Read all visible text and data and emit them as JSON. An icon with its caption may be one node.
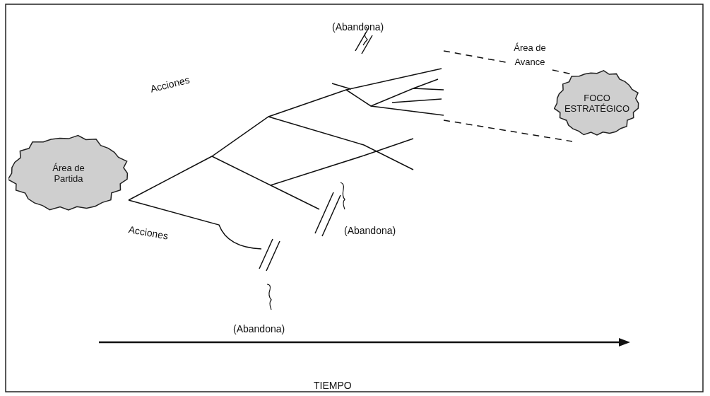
{
  "diagram": {
    "nodes": [
      {
        "text": [
          "Área de Partida"
        ]
      },
      {
        "text": [
          "FOCO ESTRATÉGICO"
        ]
      }
    ],
    "labels": [
      "(Abandona)",
      "Acciones",
      "Área de Avance",
      "Acciones",
      "(Abandona)",
      "(Abandona)",
      "TIEMPO"
    ]
  }
}
